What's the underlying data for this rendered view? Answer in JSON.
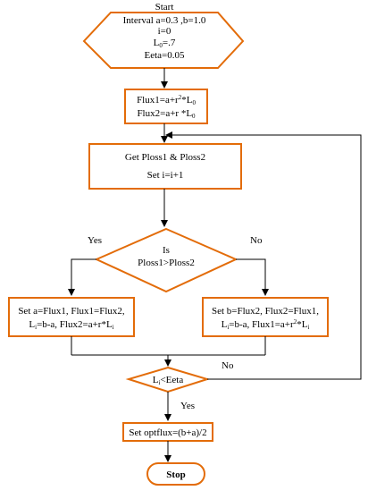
{
  "start_label": "Start",
  "init": {
    "interval": "Interval a=0.3 ,b=1.0",
    "i_init": "i=0",
    "l0_prefix": "L",
    "l0_sub": "0",
    "l0_value": "=.7",
    "eeta": "Eeta=0.05"
  },
  "flux_init": {
    "flux1_prefix": "Flux1=a+r",
    "flux1_sup": "2",
    "flux1_mid": "*L",
    "flux1_sub": "0",
    "flux2_prefix": "Flux2=a+r *L",
    "flux2_sub": "0"
  },
  "ploss": {
    "line1": "Get Ploss1 & Ploss2",
    "line2": "Set i=i+1"
  },
  "decision": {
    "line1": "Is",
    "line2": "Ploss1>Ploss2",
    "yes": "Yes",
    "no": "No"
  },
  "left_box": {
    "line1": "Set  a=Flux1, Flux1=Flux2,",
    "line2_l": "L",
    "line2_sub": "i",
    "line2_rest": "=b-a, Flux2=a+r*L",
    "line2_sub2": "i"
  },
  "right_box": {
    "line1": "Set  b=Flux2, Flux2=Flux1,",
    "line2_l": "L",
    "line2_sub": "i",
    "line2_rest": "=b-a, Flux1=a+r",
    "line2_sup": "2",
    "line2_tail": "*L",
    "line2_sub2": "i"
  },
  "check": {
    "l_prefix": "L",
    "l_sub": "i",
    "rest": "<Eeta",
    "no": "No",
    "yes": "Yes"
  },
  "optflux": "Set optflux=(b+a)/2",
  "stop_label": "Stop",
  "colors": {
    "shape_stroke": "#e36c09",
    "line": "#000000",
    "background": "#ffffff"
  }
}
